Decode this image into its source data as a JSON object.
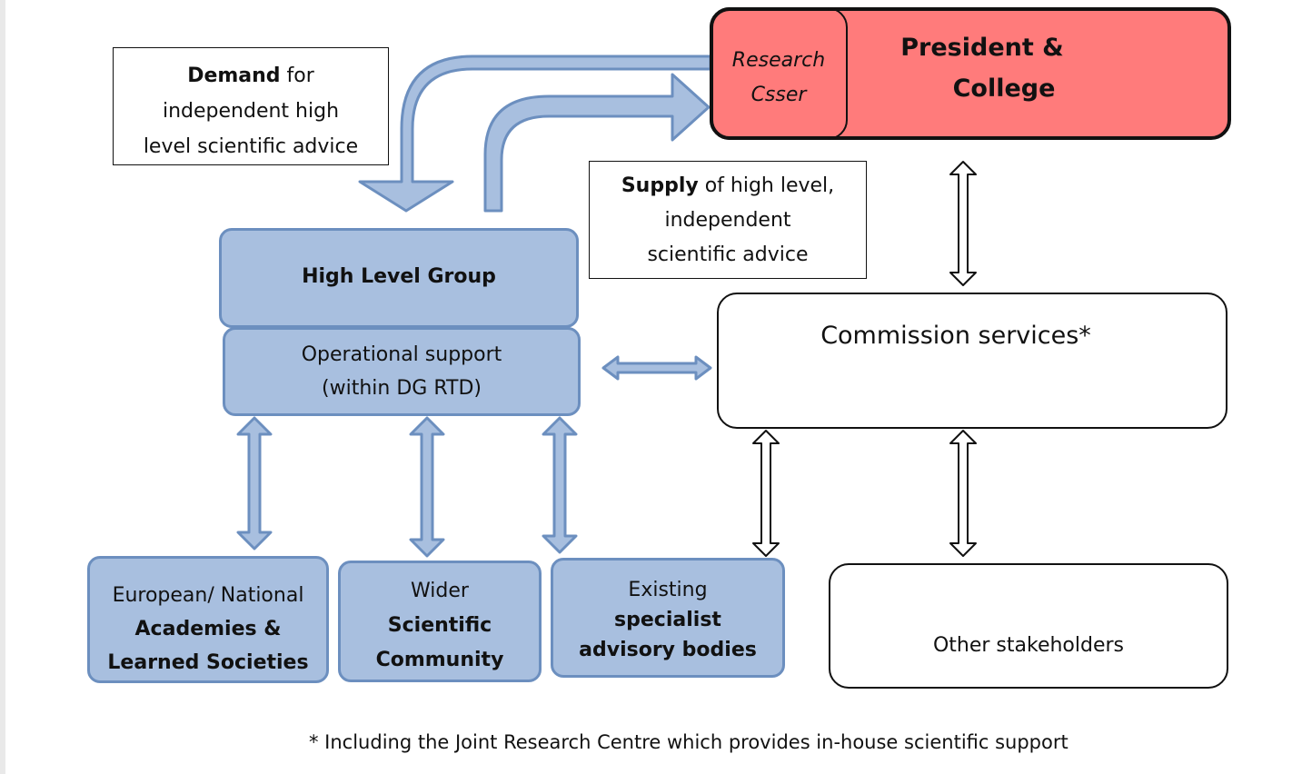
{
  "diagram": {
    "president": {
      "research_line1": "Research",
      "research_line2": "Csser",
      "title_line1": "President &",
      "title_line2": "College"
    },
    "demand_note": {
      "bold": "Demand",
      "rest_line1": " for",
      "line2": "independent high",
      "line3": "level scientific advice"
    },
    "supply_note": {
      "bold": "Supply",
      "rest_line1": " of high level,",
      "line2": "independent",
      "line3": "scientific advice"
    },
    "high_level_group": "High Level Group",
    "operational_support": {
      "line1": "Operational support",
      "line2": "(within DG RTD)"
    },
    "commission_services": "Commission services*",
    "academies": {
      "line1": "European/ National",
      "line2": "Academies &",
      "line3": "Learned Societies"
    },
    "wider": {
      "line1": "Wider",
      "line2": "Scientific",
      "line3": "Community"
    },
    "existing": {
      "line1": "Existing",
      "line2": "specialist",
      "line3": "advisory bodies"
    },
    "other_stakeholders": "Other stakeholders",
    "footnote": "* Including the Joint Research Centre which provides in-house scientific support"
  },
  "colors": {
    "blue_fill": "#a8bfdf",
    "blue_border": "#6c8fbf",
    "president_fill": "#ff7b7b"
  }
}
